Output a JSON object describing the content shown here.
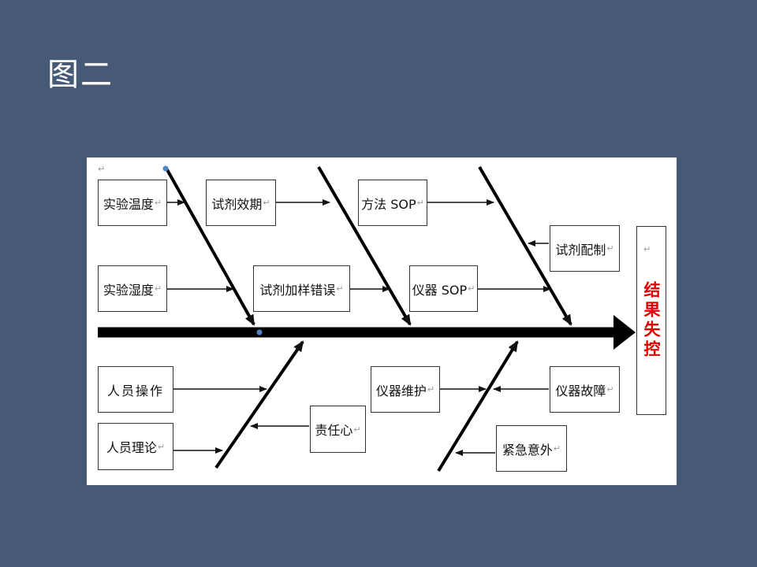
{
  "slide": {
    "title": "图二"
  },
  "fishbone": {
    "return_mark": "↵",
    "effect": "结果失控",
    "causes": {
      "temperature": "实验温度",
      "humidity": "实验湿度",
      "reagent_expiry": "试剂效期",
      "reagent_dosing_error": "试剂加样错误",
      "method_sop": "方法 SOP",
      "instrument_sop": "仪器 SOP",
      "reagent_preparation": "试剂配制",
      "staff_operation": "人员操作",
      "staff_theory": "人员理论",
      "responsibility": "责任心",
      "instrument_maintenance": "仪器维护",
      "instrument_failure": "仪器故障",
      "emergency": "紧急意外"
    }
  }
}
